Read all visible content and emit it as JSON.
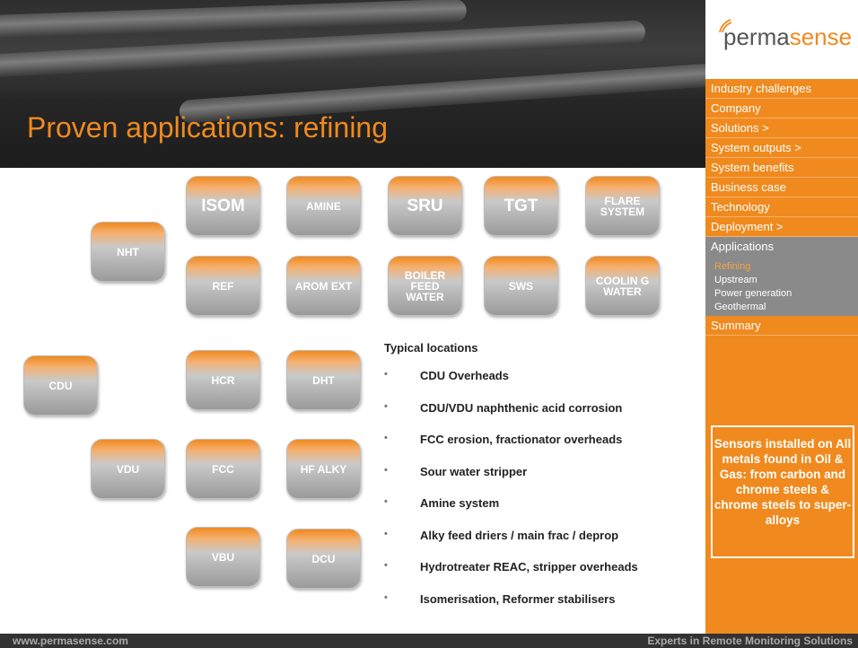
{
  "slide": {
    "title": "Proven applications: refining"
  },
  "logo": {
    "text_main": "perma",
    "text_accent": "sense"
  },
  "nav": {
    "items": [
      {
        "label": "Industry challenges"
      },
      {
        "label": "Company"
      },
      {
        "label": "Solutions >"
      },
      {
        "label": "System outputs >"
      },
      {
        "label": "System benefits"
      },
      {
        "label": "Business case"
      },
      {
        "label": "Technology"
      },
      {
        "label": "Deployment >"
      },
      {
        "label": "Applications"
      }
    ],
    "sub_items": [
      {
        "label": "Refining"
      },
      {
        "label": "Upstream"
      },
      {
        "label": "Power generation"
      },
      {
        "label": "Geothermal"
      }
    ],
    "summary": "Summary"
  },
  "callout": {
    "text": "Sensors installed on All metals found in Oil & Gas: from carbon and chrome steels & chrome steels to super-alloys"
  },
  "units": {
    "isom": "ISOM",
    "amine": "AMINE",
    "sru": "SRU",
    "tgt": "TGT",
    "flare": "FLARE SYSTEM",
    "nht": "NHT",
    "ref": "REF",
    "arom": "AROM EXT",
    "boiler": "BOILER FEED WATER",
    "sws": "SWS",
    "cooling": "COOLIN G WATER",
    "cdu": "CDU",
    "hcr": "HCR",
    "dht": "DHT",
    "vdu": "VDU",
    "fcc": "FCC",
    "hf_alky": "HF ALKY",
    "vbu": "VBU",
    "dcu": "DCU"
  },
  "locations": {
    "heading": "Typical locations",
    "bullet": "•",
    "items": [
      "CDU Overheads",
      "CDU/VDU naphthenic acid corrosion",
      "FCC erosion, fractionator overheads",
      "Sour water stripper",
      "Amine system",
      "Alky feed driers / main frac / deprop",
      "Hydrotreater REAC, stripper overheads",
      "Isomerisation, Reformer stabilisers"
    ]
  },
  "footer": {
    "url": "www.permasense.com",
    "tagline": "Experts in Remote Monitoring Solutions"
  },
  "colors": {
    "accent": "#f08a1e",
    "nav_active": "#8a8a8a",
    "footer": "#333333"
  }
}
